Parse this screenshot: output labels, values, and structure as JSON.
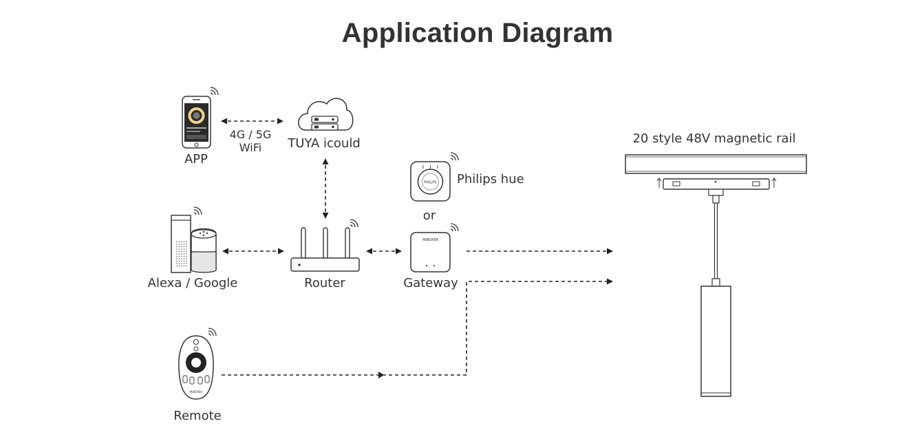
{
  "title": "Application Diagram",
  "nodes": {
    "app": "APP",
    "link_network": "4G / 5G",
    "link_wifi": "WiFi",
    "cloud": "TUYA icould",
    "philips": "Philips hue",
    "or": "or",
    "alexa_google": "Alexa / Google",
    "router": "Router",
    "gateway": "Gateway",
    "remote": "Remote",
    "rail": "20 style 48V magnetic rail"
  },
  "device_text": {
    "philips_logo": "PHILIPS",
    "gateway_logo": "MiBOXER",
    "remote_logo": "MiBOXER"
  },
  "colors": {
    "stroke": "#333333",
    "text": "#333333",
    "title": "#333333"
  }
}
